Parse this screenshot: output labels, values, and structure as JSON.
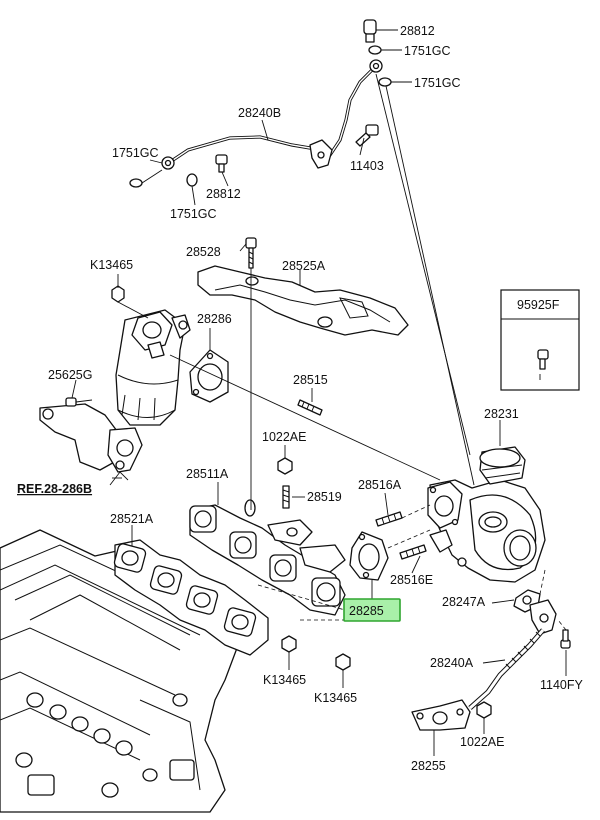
{
  "labels": {
    "p28812_top": "28812",
    "p1751gc_a": "1751GC",
    "p1751gc_b": "1751GC",
    "p28240b": "28240B",
    "p1751gc_left": "1751GC",
    "p11403": "11403",
    "p28812_mid": "28812",
    "p1751gc_low": "1751GC",
    "p28528": "28528",
    "pk13465_top": "K13465",
    "p28525a": "28525A",
    "p95925f": "95925F",
    "p28286": "28286",
    "p25625g": "25625G",
    "p28515": "28515",
    "p28231": "28231",
    "p1022ae_top": "1022AE",
    "p28511a": "28511A",
    "ref": "REF.28-286B",
    "p28519": "28519",
    "p28516a": "28516A",
    "p28521a": "28521A",
    "p28516e": "28516E",
    "p28247a": "28247A",
    "p28285": "28285",
    "p28240a": "28240A",
    "p1140fy": "1140FY",
    "pk13465_b1": "K13465",
    "pk13465_b2": "K13465",
    "p1022ae_bot": "1022AE",
    "p28255": "28255"
  },
  "highlight_color": "#a9f0a9",
  "highlight_border": "#2fa52f"
}
